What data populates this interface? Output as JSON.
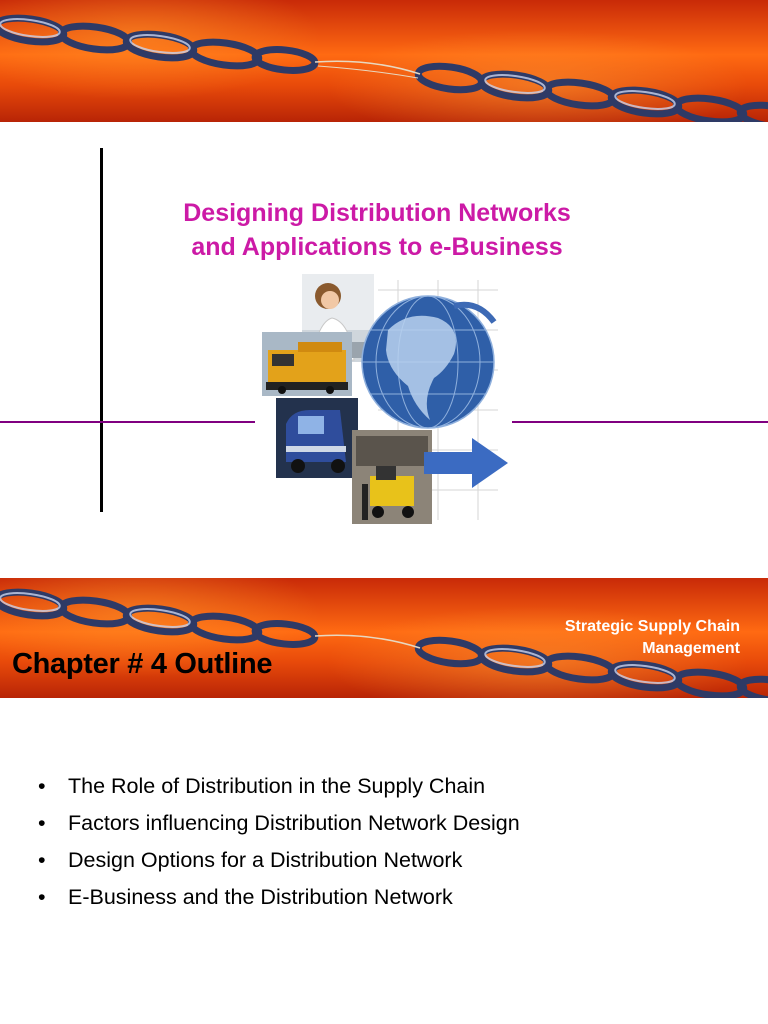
{
  "slide1": {
    "title_lines": [
      "Designing Distribution Networks",
      "and Applications to e-Business"
    ],
    "title_color": "#cc1aa6",
    "image": {
      "icons": [
        "woman-at-laptop-photo",
        "train-locomotive-photo",
        "globe-icon",
        "truck-photo",
        "forklift-warehouse-photo",
        "arrow-right-icon"
      ]
    }
  },
  "slide2": {
    "header": {
      "chapter_title": "Chapter # 4 Outline",
      "course_line1": "Strategic Supply Chain",
      "course_line2": "Management"
    },
    "outline": [
      "The Role of Distribution in the Supply Chain",
      "Factors influencing Distribution Network Design",
      "Design Options for a Distribution Network",
      "E-Business and the Distribution Network"
    ]
  },
  "colors": {
    "accent_line": "#800080",
    "banner_orange": "#ff6a12",
    "chain_blue": "#3a4a78"
  }
}
